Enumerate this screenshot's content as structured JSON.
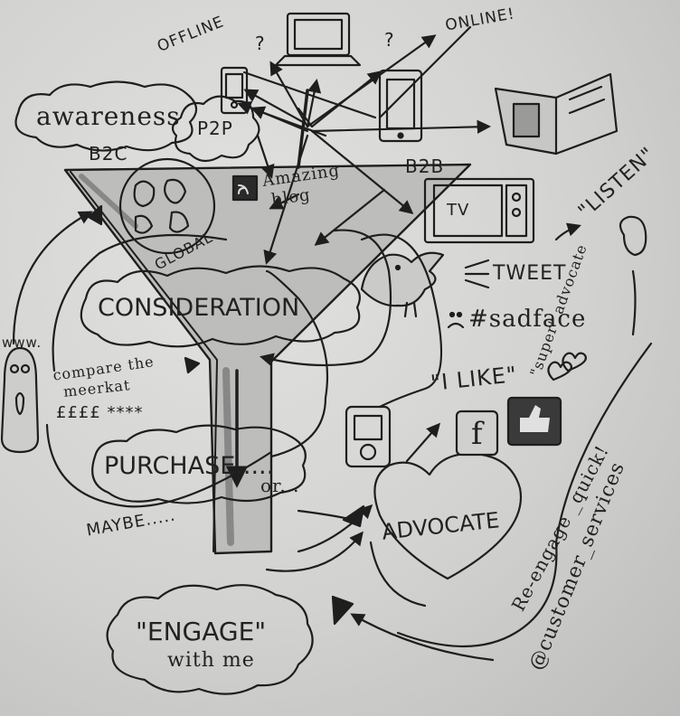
{
  "labels": {
    "offline": "OFFLINE",
    "online": "ONLINE!",
    "q1": "?",
    "q2": "?",
    "awareness": "awareness",
    "p2p": "P2P",
    "b2c": "B2C",
    "b2b": "B2B",
    "amazing": "Amazing",
    "blog": "blog",
    "tv": "TV",
    "global": "GLOBAL",
    "listen": "\"LISTEN\"",
    "tweet": "TWEET",
    "sadface": "#sadface",
    "consideration": "CONSIDERATION",
    "www": "www.",
    "compare1": "compare the",
    "compare2": "meerkat",
    "compare3": "££££  ****",
    "ilike": "\"I LIKE\"",
    "superadvocate": "\"super\" advocate",
    "fb": "f",
    "purchase": "PURCHASE.....",
    "or": "or...",
    "maybe": "MAYBE.....",
    "advocate": "ADVOCATE",
    "reengage": "Re-engage _quick!",
    "customerservices": "@customer_services",
    "engage": "\"ENGAGE\"",
    "withme": "with me"
  },
  "colors": {
    "ink": "#1e1e1e",
    "paper": "#d6d6d4",
    "funnel": "#a8a8a6"
  }
}
